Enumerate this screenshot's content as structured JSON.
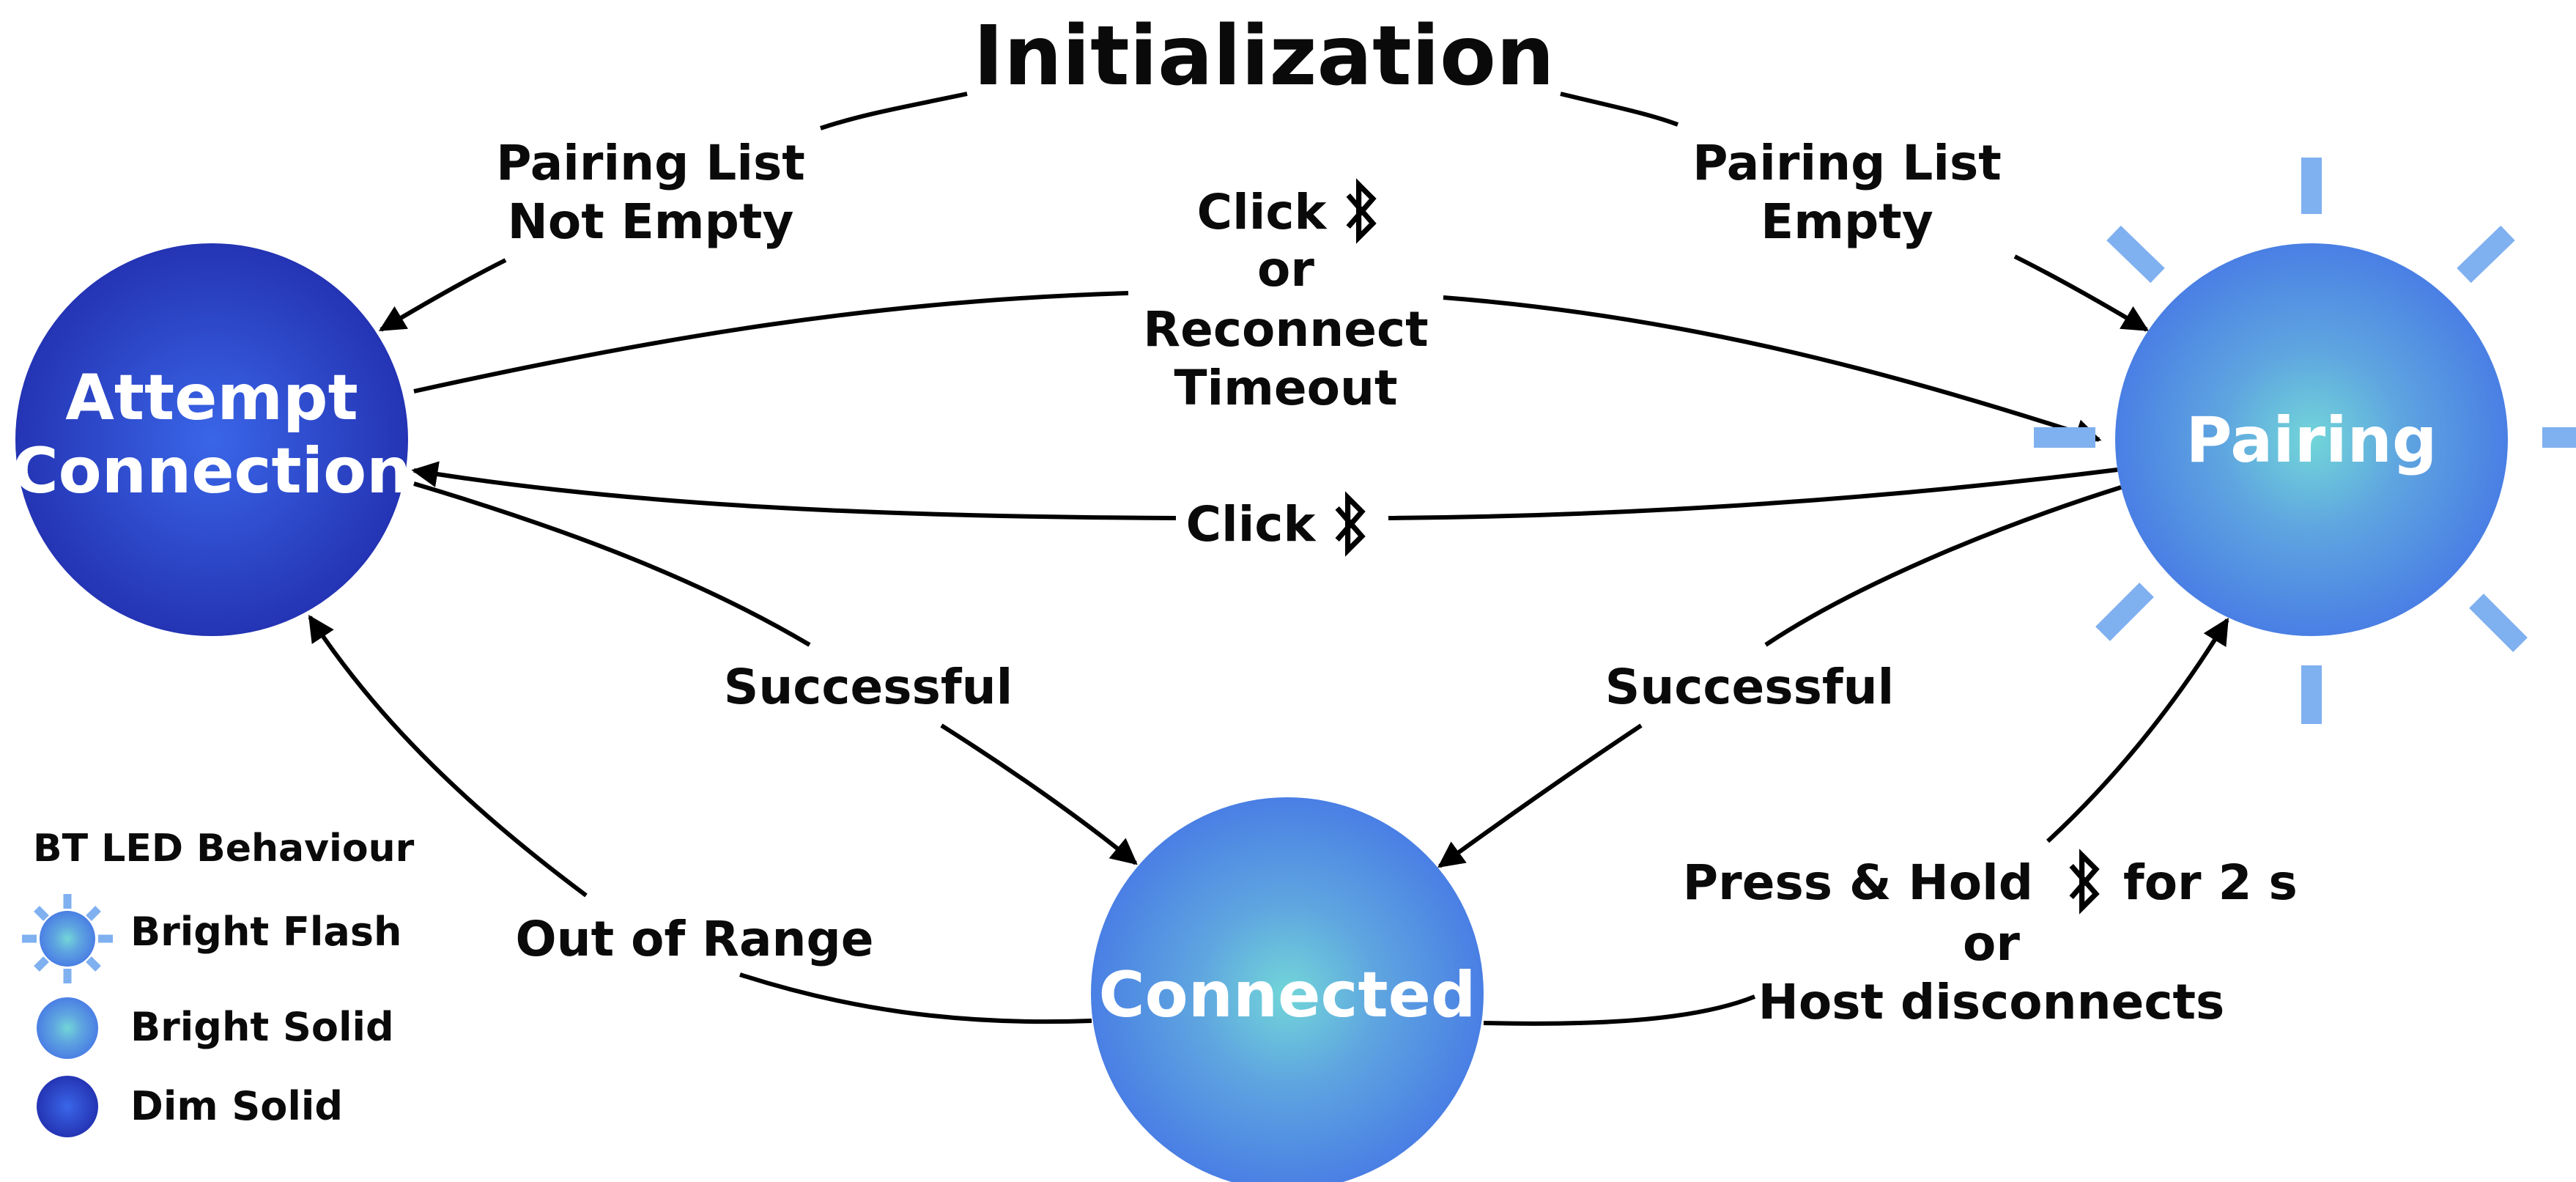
{
  "title": "Initialization",
  "states": {
    "attempt_connection": {
      "line1": "Attempt",
      "line2": "Connection",
      "led": "Dim Solid"
    },
    "pairing": {
      "label": "Pairing",
      "led": "Bright Flash"
    },
    "connected": {
      "label": "Connected",
      "led": "Bright Solid"
    }
  },
  "transitions": {
    "init_to_attempt": {
      "line1": "Pairing List",
      "line2": "Not Empty"
    },
    "init_to_pairing": {
      "line1": "Pairing List",
      "line2": "Empty"
    },
    "attempt_to_pairing": {
      "line1": "Click",
      "line2": "or",
      "line3": "Reconnect",
      "line4": "Timeout",
      "icon": "bluetooth-icon"
    },
    "pairing_to_attempt": {
      "label": "Click",
      "icon": "bluetooth-icon"
    },
    "attempt_to_connected": {
      "label": "Successful"
    },
    "pairing_to_connected": {
      "label": "Successful"
    },
    "connected_to_attempt": {
      "label": "Out of Range"
    },
    "connected_to_pairing": {
      "line1a": "Press & Hold",
      "line1b": "for 2 s",
      "line2": "or",
      "line3": "Host disconnects",
      "icon": "bluetooth-icon"
    }
  },
  "legend": {
    "title": "BT LED Behaviour",
    "items": [
      {
        "label": "Bright Flash",
        "style": "flash"
      },
      {
        "label": "Bright Solid",
        "style": "bright"
      },
      {
        "label": "Dim Solid",
        "style": "dim"
      }
    ]
  },
  "colors": {
    "dim": "#2239c4",
    "bright_edge": "#4a80e6",
    "bright_center": "#6fd0d6",
    "flash_rays": "#7fb0f0",
    "arrow": "#000000",
    "node_text": "#ffffff"
  }
}
